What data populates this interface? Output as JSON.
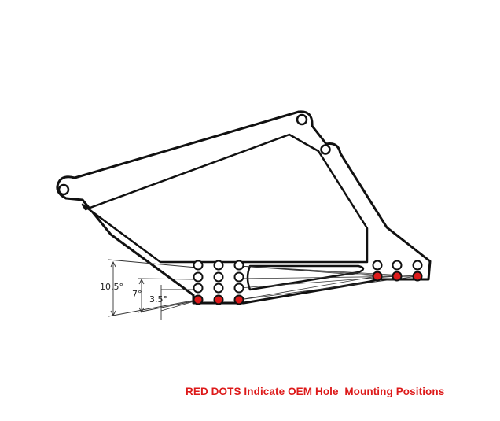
{
  "diagram": {
    "angle_labels": [
      "10.5°",
      "7°",
      "3.5°"
    ],
    "legend_text": "RED DOTS Indicate OEM Hole  Mounting Positions",
    "colors": {
      "outline": "#111111",
      "oem_dot": "#dd1a1a",
      "legend": "#dd1a1a",
      "dimension_lines": "#333333"
    }
  }
}
